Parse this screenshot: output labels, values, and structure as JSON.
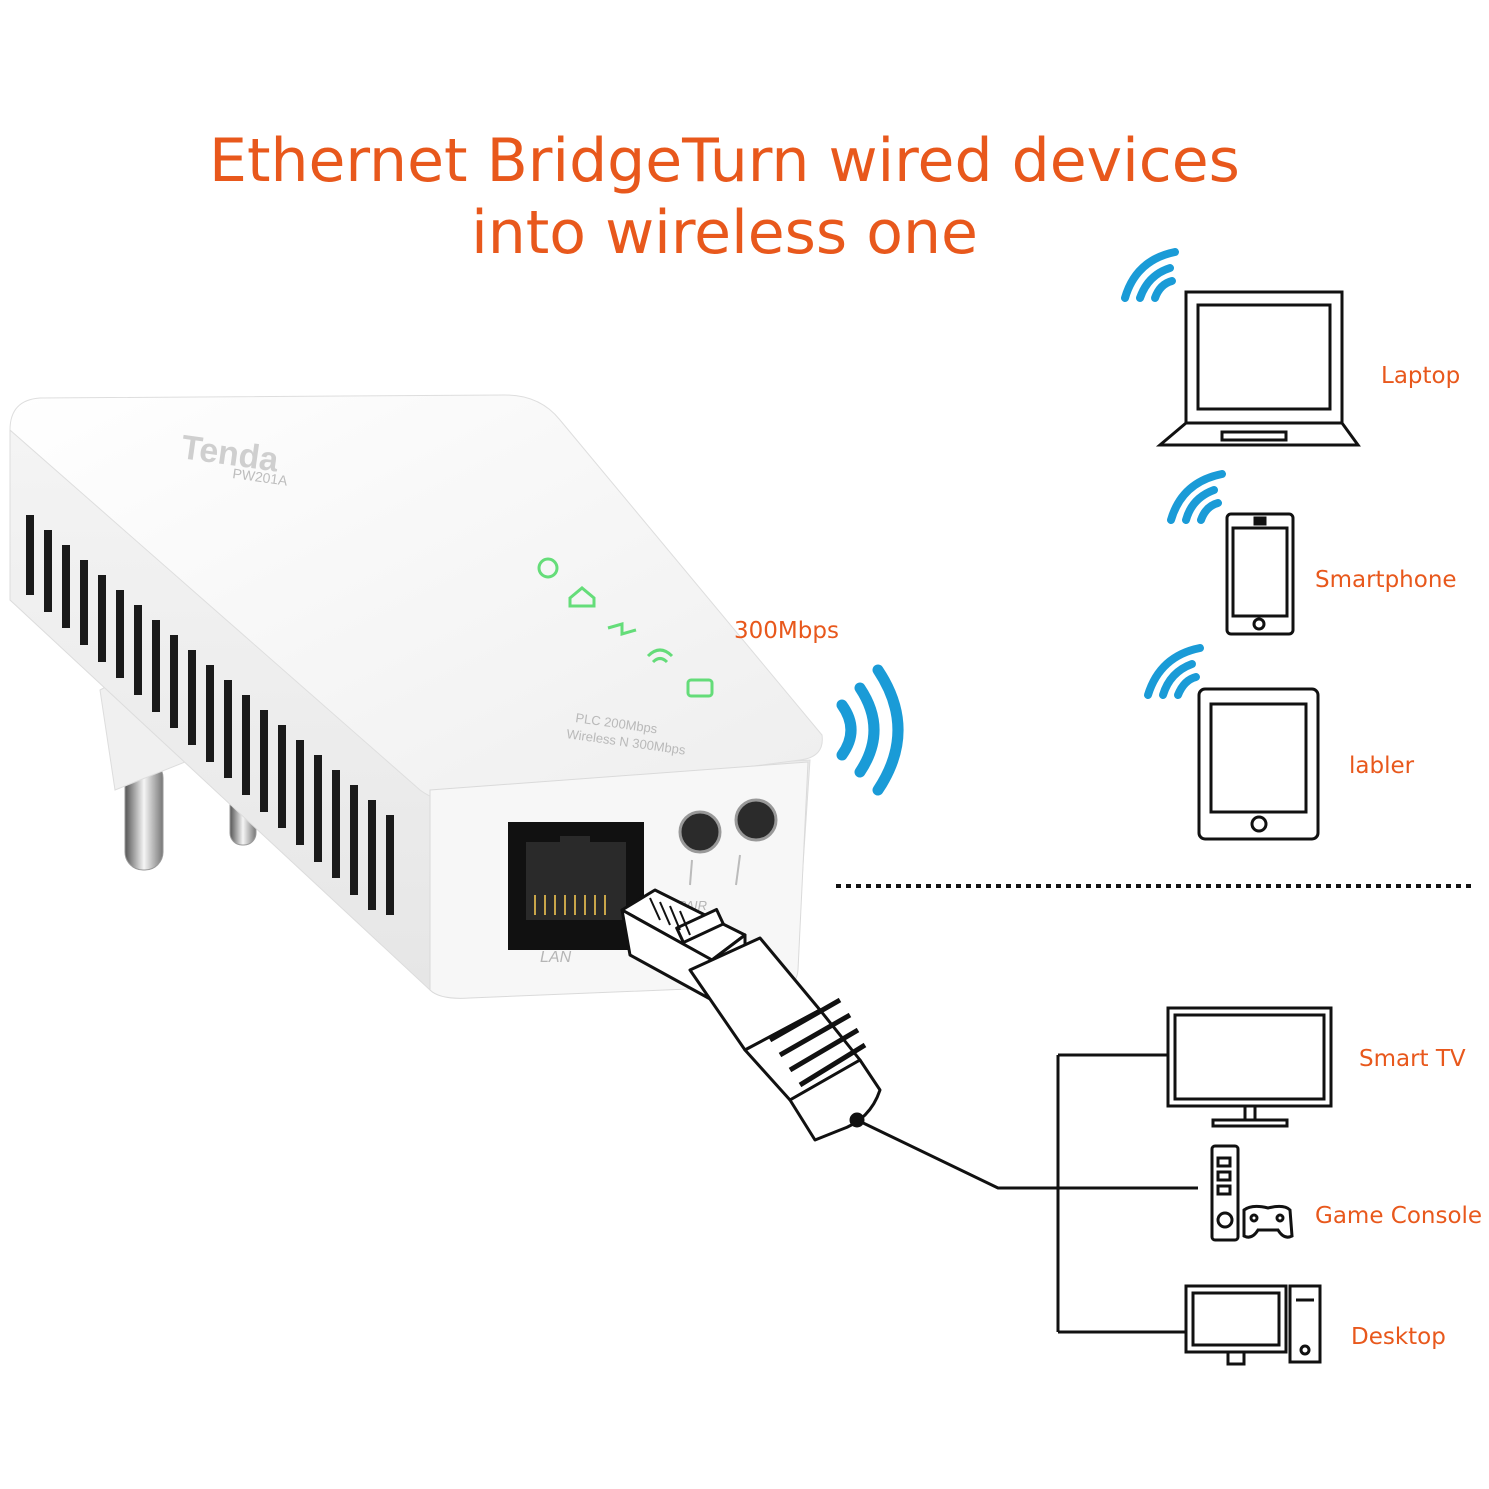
{
  "headline": {
    "line1": "Ethernet BridgeTurn wired devices",
    "line2": "into wireless one"
  },
  "speed_label": "300Mbps",
  "adapter": {
    "brand": "Tenda",
    "model": "PW201A",
    "spec_line1": "PLC 200Mbps",
    "spec_line2": "Wireless N 300Mbps",
    "port_label": "LAN",
    "button_label": "RST/PAIR"
  },
  "wireless_devices": [
    {
      "name": "Laptop"
    },
    {
      "name": "Smartphone"
    },
    {
      "name": "labler"
    }
  ],
  "wired_devices": [
    {
      "name": "Smart TV"
    },
    {
      "name": "Game Console"
    },
    {
      "name": "Desktop"
    }
  ],
  "colors": {
    "accent": "#e8581c",
    "wifi": "#1a9bd7",
    "led": "#4cd964",
    "line": "#111111"
  }
}
